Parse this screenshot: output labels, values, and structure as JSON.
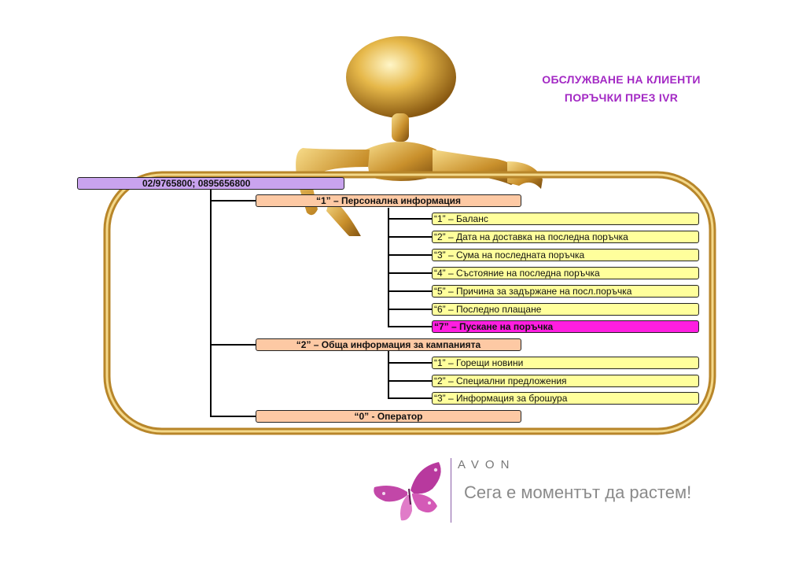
{
  "header": {
    "title_line1": "ОБСЛУЖВАНЕ НА КЛИЕНТИ",
    "title_line2": "ПОРЪЧКИ ПРЕЗ IVR"
  },
  "tree": {
    "root": "02/9765800; 0895656800",
    "branch1": {
      "label": "“1” – Персонална информация",
      "items": [
        "“1” – Баланс",
        "“2” – Дата на доставка на последна поръчка",
        "“3” – Сума на последната поръчка",
        "“4” – Състояние на последна поръчка",
        "“5” – Причина за задържане на посл.поръчка",
        "“6” – Последно плащане",
        "“7” – Пускане на поръчка"
      ]
    },
    "branch2": {
      "label": "“2” – Обща информация за кампанията",
      "items": [
        "“1” – Горещи новини",
        "“2” – Специални предложения",
        "“3” – Информация за брошура"
      ]
    },
    "branch0": {
      "label": "“0” -  Оператор"
    }
  },
  "footer": {
    "brand": "AVON",
    "slogan": "Сега е моментът да растем!"
  },
  "colors": {
    "title": "#a329c4",
    "root_fill": "#c9a3ee",
    "level1_fill": "#fdc9a4",
    "level2_fill": "#ffff9c",
    "highlight_fill": "#ff1ee0",
    "frame": "#d9b24a"
  }
}
